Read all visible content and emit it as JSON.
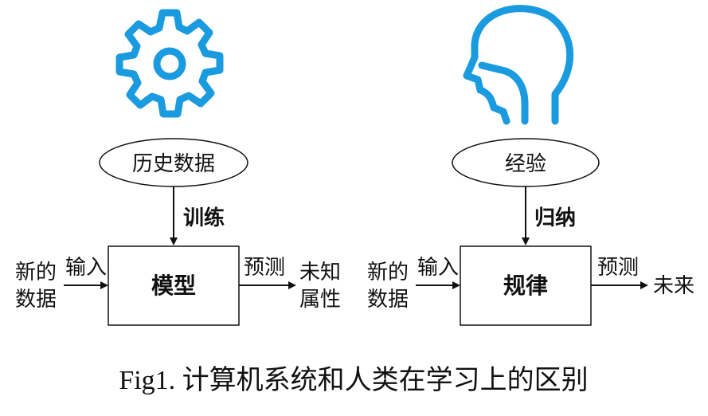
{
  "left": {
    "source": "历史数据",
    "process": "训练",
    "box": "模型",
    "input_label": "输入",
    "input_line1": "新的",
    "input_line2": "数据",
    "output_label": "预测",
    "output_line1": "未知",
    "output_line2": "属性",
    "icon": "gear-icon"
  },
  "right": {
    "source": "经验",
    "process": "归纳",
    "box": "规律",
    "input_label": "输入",
    "input_line1": "新的",
    "input_line2": "数据",
    "output_label": "预测",
    "output_line1": "未来",
    "icon": "human-head-icon"
  },
  "caption": "Fig1. 计算机系统和人类在学习上的区别",
  "colors": {
    "icon": "#1a9be0",
    "stroke": "#111111"
  }
}
